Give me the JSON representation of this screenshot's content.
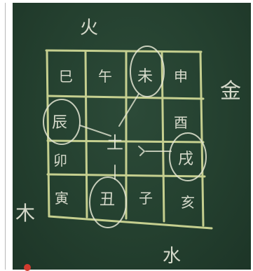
{
  "board": {
    "direction_top": "火",
    "direction_right": "金",
    "direction_left": "木",
    "direction_bottom": "水",
    "center": "土",
    "grid": [
      [
        "巳",
        "午",
        "未",
        "申"
      ],
      [
        "辰",
        "",
        "",
        "酉"
      ],
      [
        "卯",
        "",
        "",
        "戌"
      ],
      [
        "寅",
        "丑",
        "子",
        "亥"
      ]
    ]
  },
  "colors": {
    "chalkboard": "#24402f",
    "chalk": "#e9eadb",
    "grid_chalk": "#d7df9a",
    "record_dot": "#d23b2f"
  }
}
